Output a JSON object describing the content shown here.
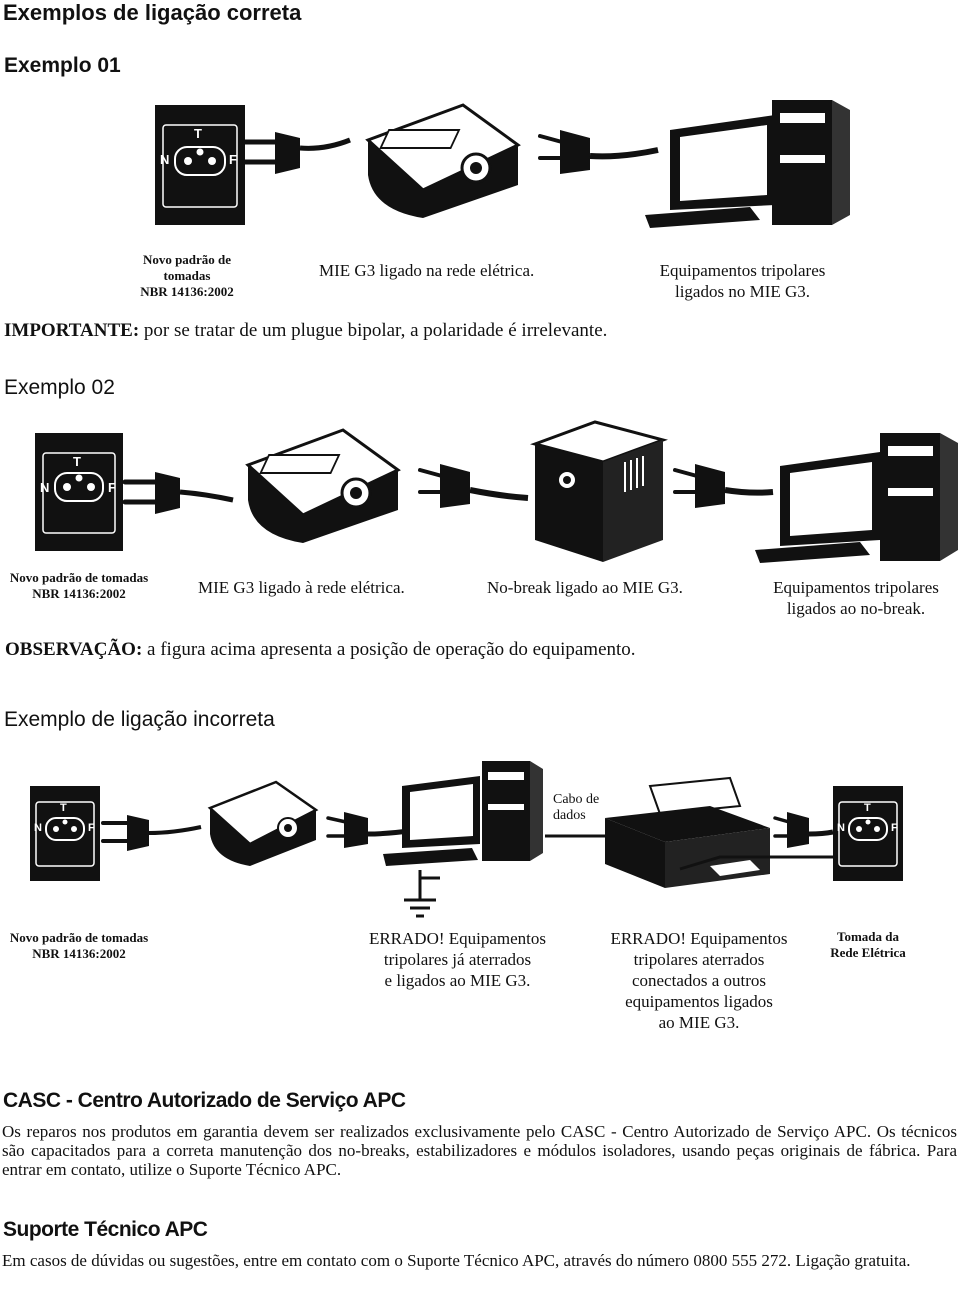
{
  "page": {
    "title": "Exemplos de ligação correta",
    "example1": {
      "heading": "Exemplo 01",
      "caption_outlet": [
        "Novo padrão de tomadas",
        "NBR 14136:2002"
      ],
      "caption_mie": "MIE G3 ligado na rede elétrica.",
      "caption_equip": [
        "Equipamentos tripolares",
        "ligados no MIE G3."
      ],
      "note_label": "IMPORTANTE:",
      "note_text": " por se tratar de um plugue bipolar, a polaridade é irrelevante."
    },
    "example2": {
      "heading": "Exemplo 02",
      "caption_outlet": [
        "Novo padrão de tomadas",
        "NBR 14136:2002"
      ],
      "caption_mie": "MIE G3 ligado à rede elétrica.",
      "caption_nobreak": "No-break ligado ao MIE G3.",
      "caption_equip": [
        "Equipamentos tripolares",
        "ligados ao no-break."
      ],
      "note_label": "OBSERVAÇÃO:",
      "note_text": " a figura acima apresenta a posição de operação do equipamento."
    },
    "incorrect": {
      "heading": "Exemplo de ligação incorreta",
      "cable_label": [
        "Cabo de",
        "dados"
      ],
      "caption_outlet": [
        "Novo padrão de tomadas",
        "NBR 14136:2002"
      ],
      "caption_err1": [
        "ERRADO! Equipamentos",
        "tripolares já aterrados",
        "e ligados ao MIE G3."
      ],
      "caption_err2": [
        "ERRADO! Equipamentos",
        "tripolares aterrados",
        "conectados a outros",
        "equipamentos ligados",
        "ao MIE G3."
      ],
      "caption_wall": [
        "Tomada  da",
        "Rede Elétrica"
      ]
    },
    "outlet_letters": {
      "t": "T",
      "n": "N",
      "f": "F"
    },
    "casc": {
      "heading": "CASC - Centro Autorizado de Serviço APC",
      "text": "Os reparos nos produtos em garantia devem ser realizados exclusivamente pelo CASC - Centro Autorizado de Serviço APC. Os técnicos são capacitados para a correta manutenção dos no-breaks, estabilizadores e módulos isoladores, usando peças originais de fábrica. Para entrar em contato, utilize o Suporte Técnico APC."
    },
    "support": {
      "heading": "Suporte Técnico APC",
      "text": "Em casos de dúvidas ou sugestões, entre em contato com o Suporte Técnico APC, através do número 0800 555 272. Ligação gratuita."
    }
  }
}
